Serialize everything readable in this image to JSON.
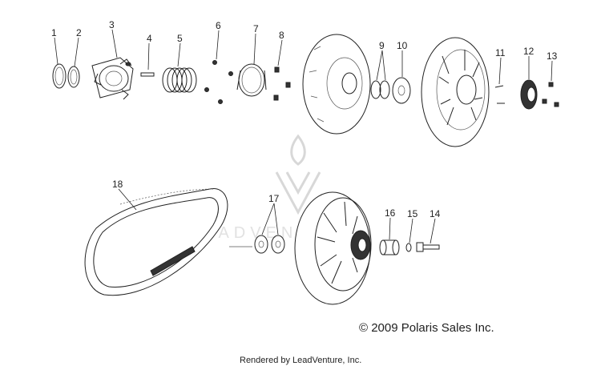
{
  "callouts": {
    "c1": "1",
    "c2": "2",
    "c3": "3",
    "c4": "4",
    "c5": "5",
    "c6": "6",
    "c7": "7",
    "c8": "8",
    "c9": "9",
    "c10": "10",
    "c11": "11",
    "c12": "12",
    "c13": "13",
    "c14": "14",
    "c15": "15",
    "c16": "16",
    "c17": "17",
    "c18": "18"
  },
  "copyright": "© 2009 Polaris Sales Inc.",
  "footer": "Rendered by LeadVenture, Inc.",
  "watermark": {
    "text": "LEADVENTURE",
    "color": "#d8d8d8"
  }
}
